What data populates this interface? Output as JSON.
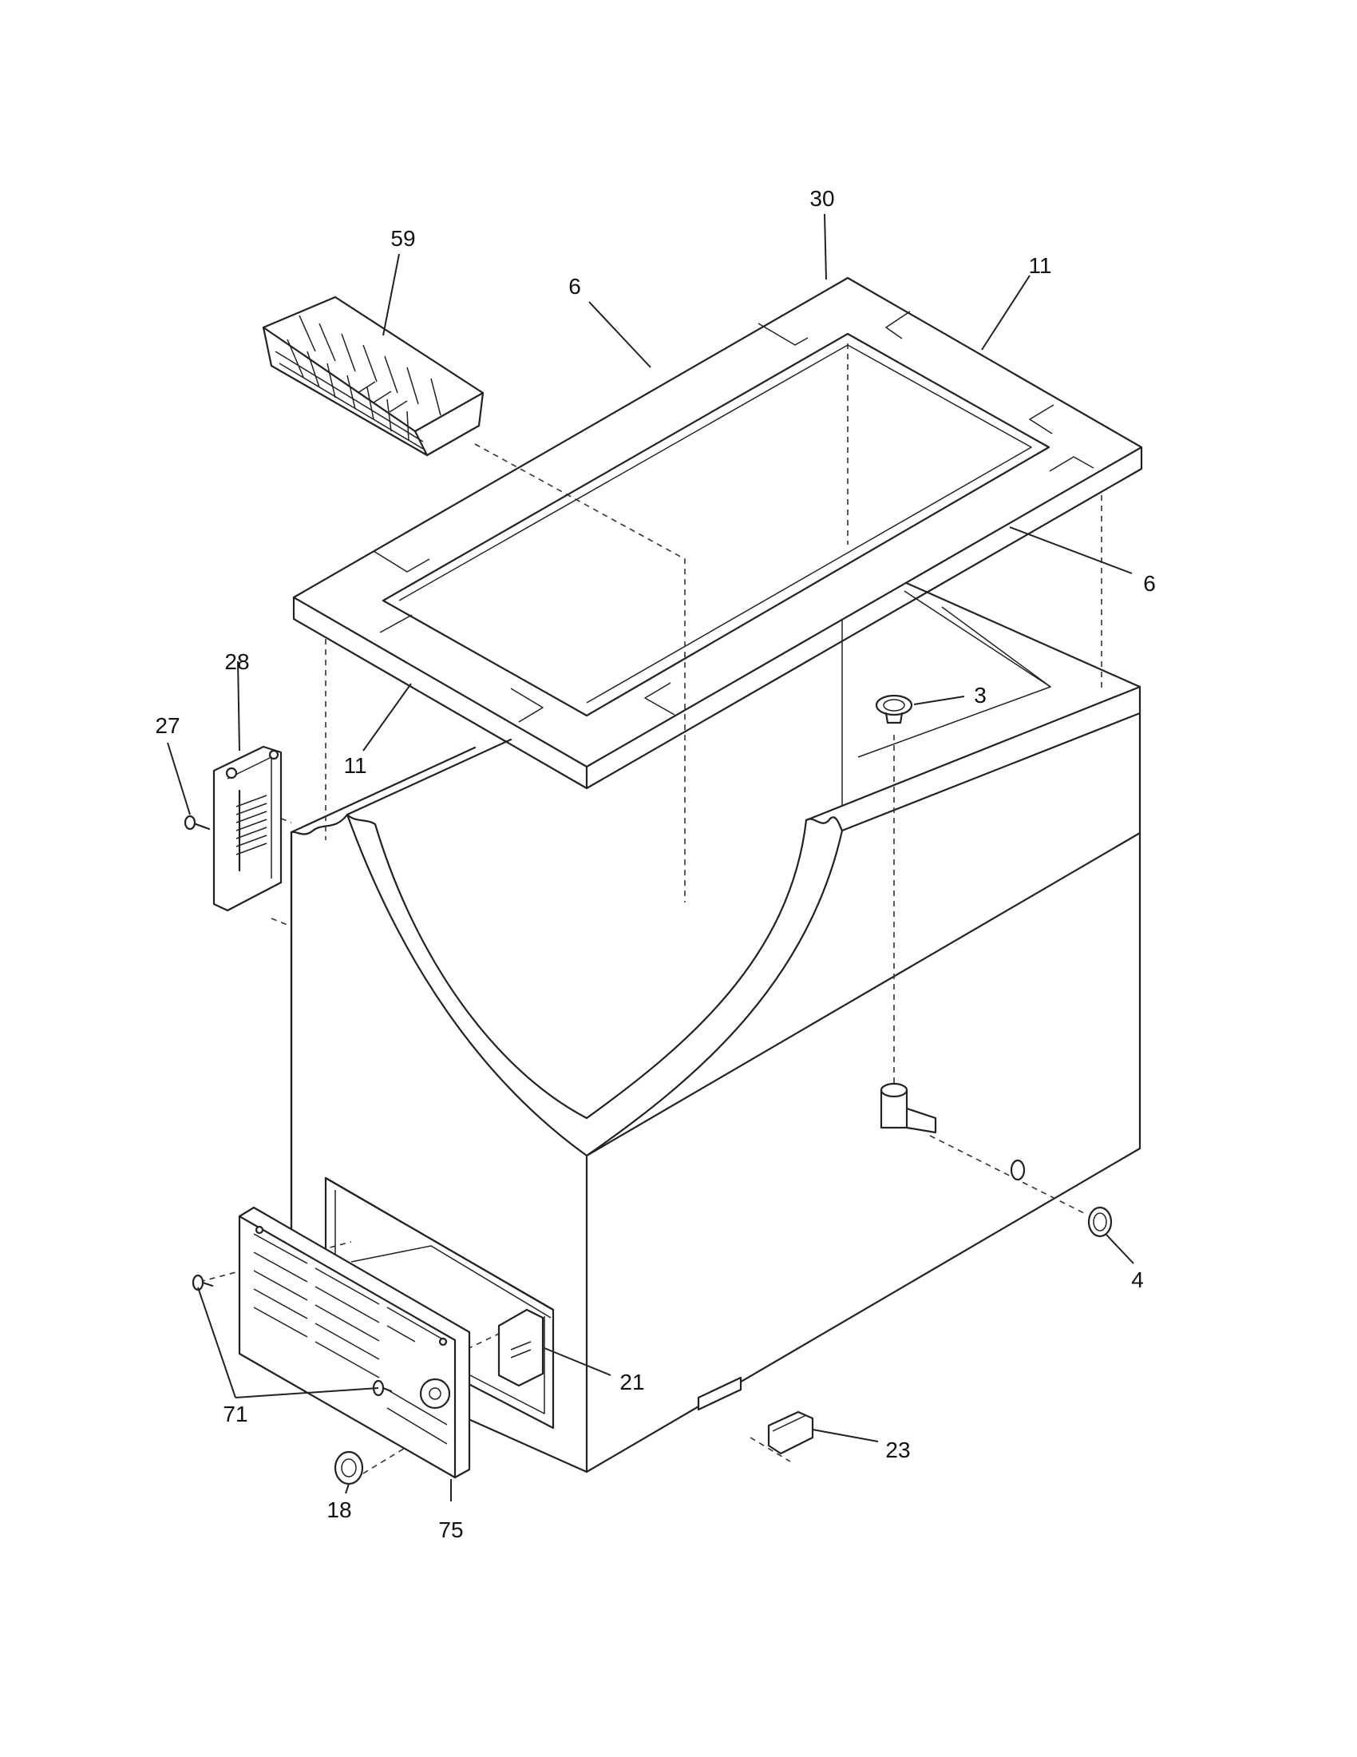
{
  "diagram": {
    "callouts": {
      "c59": "59",
      "c30": "30",
      "c6_top": "6",
      "c11_top": "11",
      "c6_right": "6",
      "c3": "3",
      "c28": "28",
      "c27": "27",
      "c11_left": "11",
      "c4": "4",
      "c21": "21",
      "c71": "71",
      "c23": "23",
      "c18": "18",
      "c75": "75"
    }
  }
}
